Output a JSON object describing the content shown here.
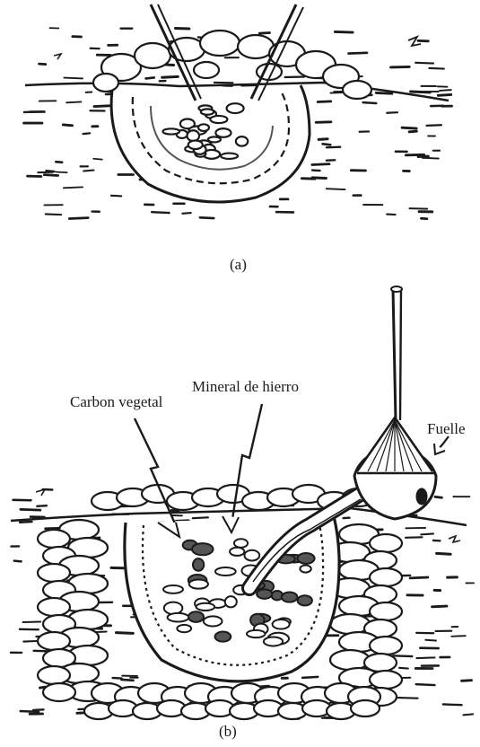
{
  "figure": {
    "panel_a": {
      "caption": "(a)"
    },
    "panel_b": {
      "caption": "(b)",
      "labels": {
        "carbon": "Carbon vegetal",
        "mineral": "Mineral de hierro",
        "fuelle": "Fuelle"
      }
    }
  },
  "colors": {
    "ink": "#1a1a1a",
    "paper": "#ffffff",
    "shade": "#555555"
  }
}
